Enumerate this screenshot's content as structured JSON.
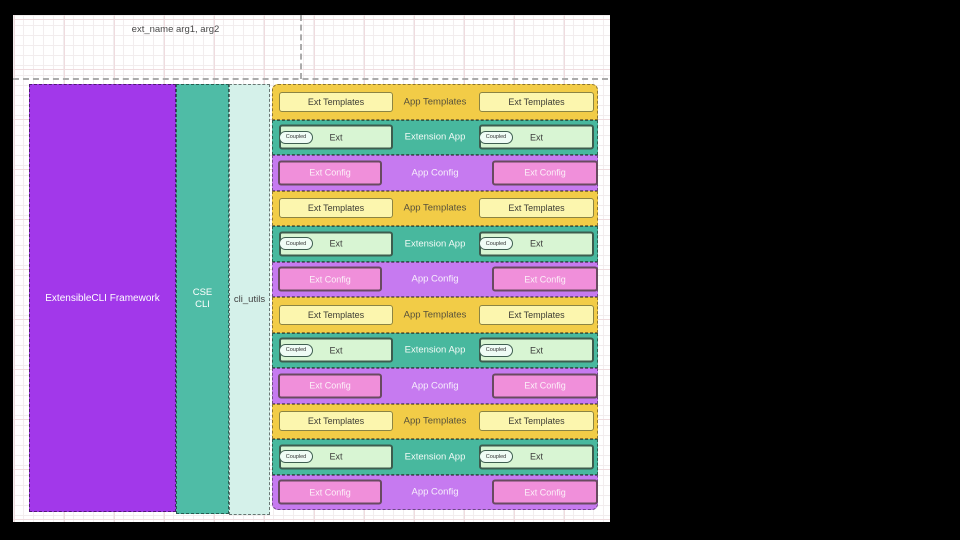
{
  "annotation": {
    "label": "ext_name arg1, arg2"
  },
  "framework_box": {
    "label": "ExtensibleCLI Framework",
    "fill": "#a238ea",
    "text_color": "#ffffff"
  },
  "cse_cli_box": {
    "line1": "CSE",
    "line2": "CLI",
    "fill": "#4fbca6",
    "text_color": "#ffffff"
  },
  "cli_utils_box": {
    "label": "cli_utils",
    "fill": "#d5f1ea",
    "text_color": "#3f3f3f"
  },
  "guides": {
    "dash_color": "#ababab"
  },
  "extension_stack": {
    "group_count": 4,
    "row_order": [
      "templates",
      "ext",
      "config"
    ],
    "rows": {
      "templates": {
        "left_label": "Ext Templates",
        "middle_label": "App Templates",
        "right_label": "Ext Templates",
        "row_fill": "#f2cc47",
        "box_fill": "#fcf6ae",
        "box_border": "#8b8443",
        "box_text_color": "#3d3d35",
        "middle_color": "#56503b"
      },
      "ext": {
        "left_label": "Ext",
        "middle_label": "Extension App",
        "right_label": "Ext",
        "badge_label": "Coupled",
        "row_fill": "#48b89e",
        "box_fill": "#d8f5d3",
        "box_border": "#3d5c4e",
        "box_text_color": "#3b3b3b",
        "middle_color": "#f2faf6",
        "badge_fill": "#effcf5"
      },
      "config": {
        "left_label": "Ext Config",
        "middle_label": "App Config",
        "right_label": "Ext Config",
        "row_fill": "#c67af0",
        "box_fill": "#f08fda",
        "box_border": "#694a60",
        "box_text_color": "#fcf0f8",
        "middle_color": "#f7effc"
      }
    }
  }
}
